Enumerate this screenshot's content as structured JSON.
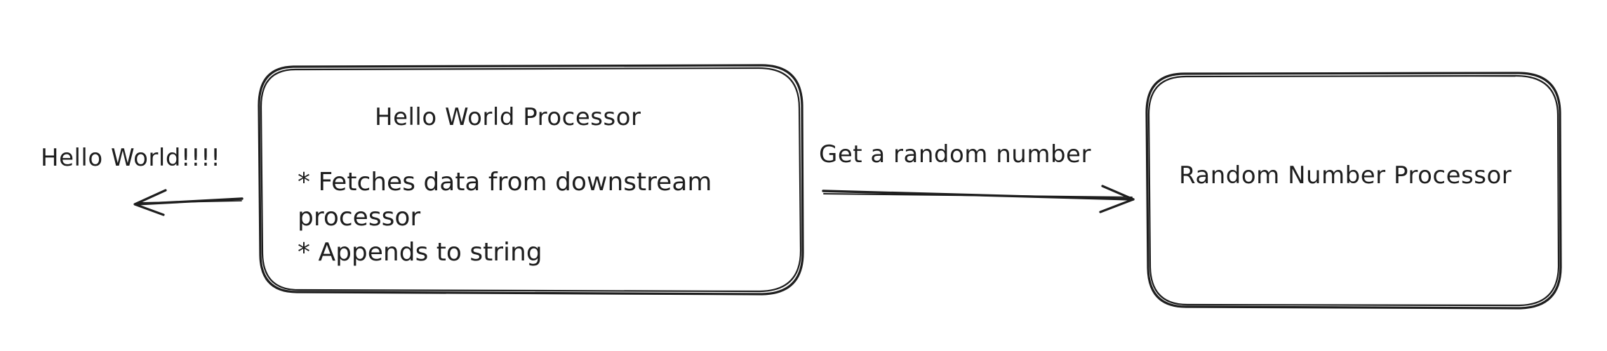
{
  "diagram": {
    "nodes": [
      {
        "id": "hello-world-processor",
        "title": "Hello World Processor",
        "bullets": [
          "* Fetches data from downstream",
          "processor",
          "* Appends to string"
        ]
      },
      {
        "id": "random-number-processor",
        "title": "Random Number Processor"
      }
    ],
    "edges": [
      {
        "from": "hello-world-processor",
        "to": "random-number-processor",
        "label": "Get a random number"
      }
    ],
    "output": {
      "from": "hello-world-processor",
      "label": "Hello World!!!!"
    }
  },
  "colors": {
    "stroke": "#1e1e1e",
    "background": "#ffffff"
  }
}
